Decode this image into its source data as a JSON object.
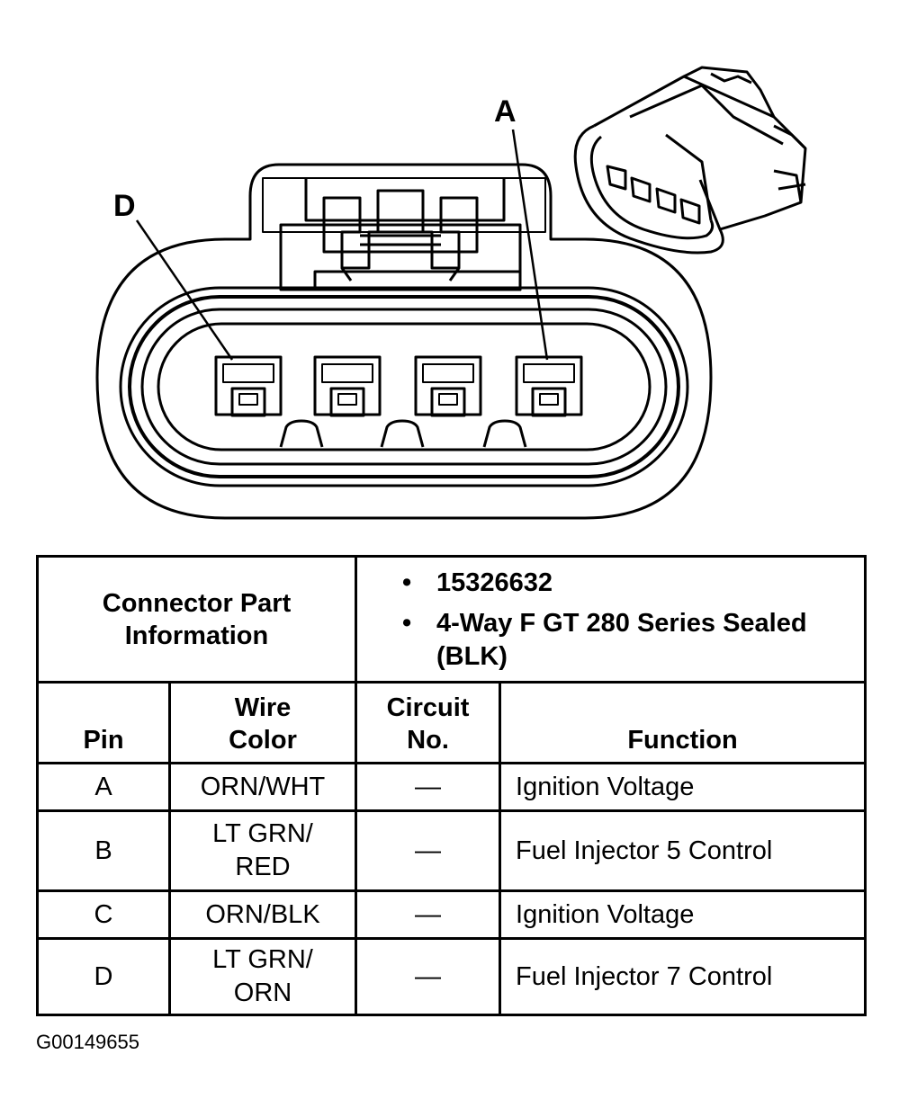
{
  "callouts": {
    "pin_a": "A",
    "pin_d": "D"
  },
  "table": {
    "connector_info_label": "Connector Part Information",
    "part_info": [
      "15326632",
      "4-Way F GT 280 Series Sealed (BLK)"
    ],
    "bullet": "•",
    "headers": {
      "pin": "Pin",
      "wire_color": "Wire Color",
      "circuit_no": "Circuit No.",
      "function": "Function"
    },
    "rows": [
      {
        "pin": "A",
        "wire_color": "ORN/WHT",
        "circuit": "—",
        "function": "Ignition Voltage"
      },
      {
        "pin": "B",
        "wire_color": "LT GRN/ RED",
        "circuit": "—",
        "function": "Fuel Injector 5 Control"
      },
      {
        "pin": "C",
        "wire_color": "ORN/BLK",
        "circuit": "—",
        "function": "Ignition Voltage"
      },
      {
        "pin": "D",
        "wire_color": "LT GRN/ ORN",
        "circuit": "—",
        "function": "Fuel Injector 7 Control"
      }
    ]
  },
  "figure_id": "G00149655"
}
